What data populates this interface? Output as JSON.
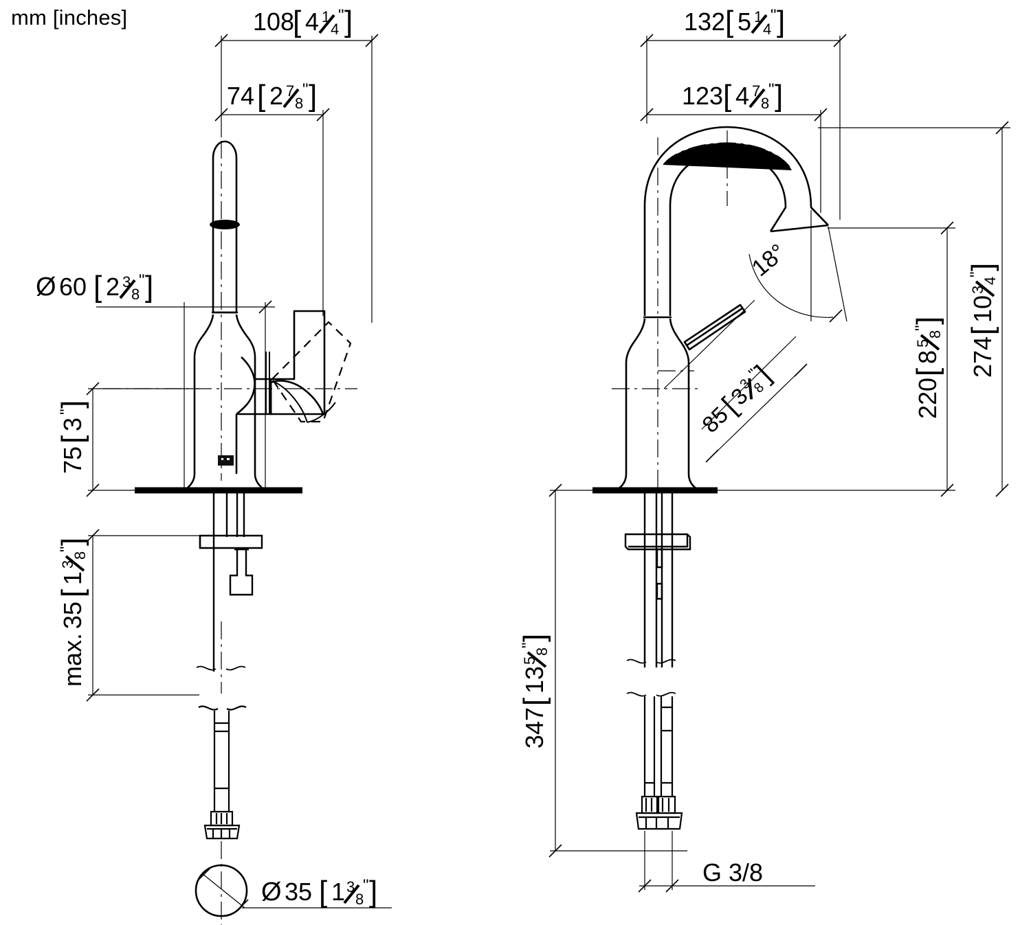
{
  "drawing": {
    "kind": "technical-dimension-drawing",
    "subject": "single-lever basin mixer faucet",
    "units_note": "mm [inches]",
    "views": [
      {
        "name": "front-view",
        "position": "left"
      },
      {
        "name": "side-view",
        "position": "right"
      }
    ]
  },
  "labels": {
    "units": "mm [inches]",
    "thread_callout": "G 3/8"
  },
  "dimensions": {
    "front": [
      {
        "id": "width-overall",
        "mm": "108",
        "inch_whole": "4",
        "inch_num": "1",
        "inch_den": "4",
        "text": "108[4¼\"]",
        "orient": "horizontal"
      },
      {
        "id": "width-spout-center",
        "mm": "74",
        "inch_whole": "2",
        "inch_num": "7",
        "inch_den": "8",
        "text": "74[2⅞\"]",
        "orient": "horizontal"
      },
      {
        "id": "diameter-base",
        "prefix": "Ø",
        "mm": "60",
        "inch_whole": "2",
        "inch_num": "3",
        "inch_den": "8",
        "text": "Ø60[2⅜\"]",
        "orient": "horizontal"
      },
      {
        "id": "height-handle-clearance",
        "mm": "75",
        "inch_whole": "3",
        "inch_num": "",
        "inch_den": "",
        "text": "75[3\"]",
        "orient": "vertical"
      },
      {
        "id": "max-deck-thickness",
        "prefix": "max.",
        "mm": "35",
        "inch_whole": "1",
        "inch_num": "3",
        "inch_den": "8",
        "text": "max. 35[1⅜\"]",
        "orient": "vertical"
      },
      {
        "id": "diameter-hole",
        "prefix": "Ø",
        "mm": "35",
        "inch_whole": "1",
        "inch_num": "3",
        "inch_den": "8",
        "text": "Ø35[1⅜\"]",
        "orient": "horizontal"
      }
    ],
    "side": [
      {
        "id": "depth-overall",
        "mm": "132",
        "inch_whole": "5",
        "inch_num": "1",
        "inch_den": "4",
        "text": "132[5¼\"]",
        "orient": "horizontal"
      },
      {
        "id": "depth-spout-reach",
        "mm": "123",
        "inch_whole": "4",
        "inch_num": "7",
        "inch_den": "8",
        "text": "123[4⅞\"]",
        "orient": "horizontal"
      },
      {
        "id": "height-spout-outlet",
        "mm": "220",
        "inch_whole": "8",
        "inch_num": "5",
        "inch_den": "8",
        "text": "220[8⅝\"]",
        "orient": "vertical"
      },
      {
        "id": "height-overall",
        "mm": "274",
        "inch_whole": "10",
        "inch_num": "3",
        "inch_den": "4",
        "text": "274[10¾\"]",
        "orient": "vertical"
      },
      {
        "id": "handle-lever-length",
        "mm": "85",
        "inch_whole": "3",
        "inch_num": "3",
        "inch_den": "8",
        "text": "85[3⅜\"]",
        "orient": "diagonal-45"
      },
      {
        "id": "hose-length",
        "mm": "347",
        "inch_whole": "13",
        "inch_num": "5",
        "inch_den": "8",
        "text": "347[13⅝\"]",
        "orient": "vertical"
      },
      {
        "id": "outlet-angle",
        "value": "18",
        "symbol": "°",
        "text": "18°",
        "orient": "angular"
      }
    ]
  },
  "values": {
    "d108": "108",
    "d108_w": "4",
    "d108_n": "1",
    "d108_d": "4",
    "d74": "74",
    "d74_w": "2",
    "d74_n": "7",
    "d74_d": "8",
    "d60": "60",
    "d60_w": "2",
    "d60_n": "3",
    "d60_d": "8",
    "d60_pre": "Ø",
    "d75": "75",
    "d75_w": "3",
    "d35max": "35",
    "d35max_w": "1",
    "d35max_n": "3",
    "d35max_d": "8",
    "d35max_pre": "max.",
    "d35dia": "35",
    "d35dia_w": "1",
    "d35dia_n": "3",
    "d35dia_d": "8",
    "d35dia_pre": "Ø",
    "d132": "132",
    "d132_w": "5",
    "d132_n": "1",
    "d132_d": "4",
    "d123": "123",
    "d123_w": "4",
    "d123_n": "7",
    "d123_d": "8",
    "d220": "220",
    "d220_w": "8",
    "d220_n": "5",
    "d220_d": "8",
    "d274": "274",
    "d274_w": "10",
    "d274_n": "3",
    "d274_d": "4",
    "d85": "85",
    "d85_w": "3",
    "d85_n": "3",
    "d85_d": "8",
    "d347": "347",
    "d347_w": "13",
    "d347_n": "5",
    "d347_d": "8",
    "ang18": "18°",
    "thread": "G 3/8",
    "bracket_open": "[",
    "bracket_close": "]",
    "quote": "\""
  },
  "colors": {
    "line": "#000000",
    "background": "#ffffff",
    "thin": "#000000"
  }
}
